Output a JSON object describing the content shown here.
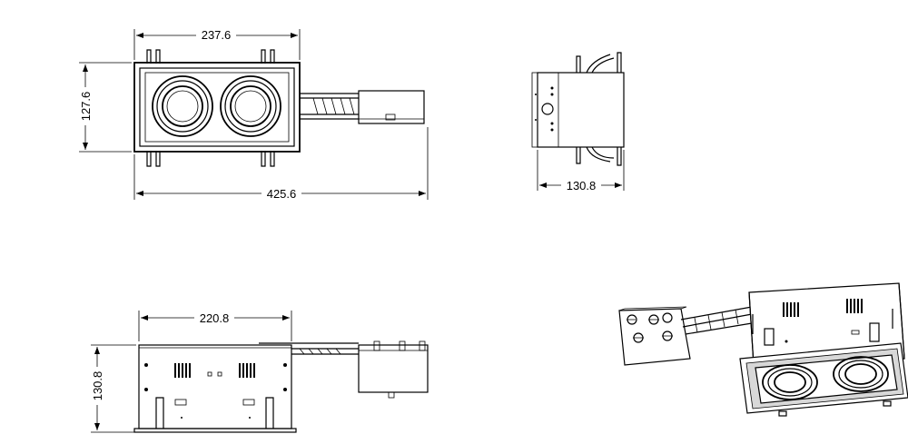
{
  "dimensions": {
    "top_width": "237.6",
    "top_height": "127.6",
    "top_total_length": "425.6",
    "side_depth": "130.8",
    "front_width": "220.8",
    "front_height": "130.8"
  }
}
